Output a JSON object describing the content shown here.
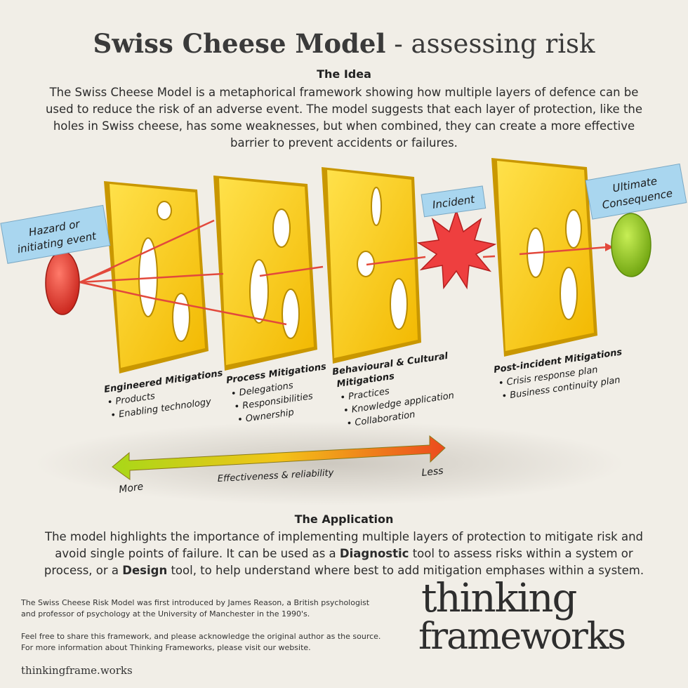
{
  "title": {
    "main": "Swiss Cheese Model",
    "sub": "- assessing risk"
  },
  "idea": {
    "heading": "The Idea",
    "line1": "The Swiss Cheese Model is a metaphorical framework showing how multiple layers of defence can be",
    "line2": "used to reduce the risk of an adverse event. The model suggests that each layer of protection, like the",
    "line3": "holes in Swiss cheese, has some weaknesses, but when combined, they can create a more effective",
    "line4": "barrier to prevent accidents or failures."
  },
  "diagram": {
    "hazard_line1": "Hazard or",
    "hazard_line2": "initiating event",
    "incident": "Incident",
    "consequence_line1": "Ultimate",
    "consequence_line2": "Consequence",
    "layers": [
      {
        "title": "Engineered Mitigations",
        "items": [
          "Products",
          "Enabling technology"
        ]
      },
      {
        "title": "Process Mitigations",
        "items": [
          "Delegations",
          "Responsibilities",
          "Ownership"
        ]
      },
      {
        "title_line1": "Behavioural & Cultural",
        "title_line2": "Mitigations",
        "items": [
          "Practices",
          "Knowledge application",
          "Collaboration"
        ]
      },
      {
        "title": "Post-incident Mitigations",
        "items": [
          "Crisis response plan",
          "Business continuity plan"
        ]
      }
    ],
    "scale": {
      "left": "More",
      "label": "Effectiveness & reliability",
      "right": "Less"
    },
    "colors": {
      "cheese": "#f6c90e",
      "hazard": "#e0362c",
      "consequence": "#8cc316",
      "label_bg": "#a9d6ef",
      "path": "#e2493c"
    }
  },
  "application": {
    "heading": "The Application",
    "line1": "The model highlights the importance of implementing multiple layers of protection to mitigate risk and",
    "line2": "avoid single points of failure. It can be used as a",
    "line2_bold": "Diagnostic",
    "line2_end": "tool to assess risks within a system or",
    "line3": "process, or a",
    "line3_bold": "Design",
    "line3_end": "tool, to help understand where best to add mitigation emphases within a system."
  },
  "footer": {
    "note1": "The Swiss Cheese Risk Model was first introduced by James Reason, a British psychologist",
    "note2": "and professor of psychology at the University of Manchester in the 1990's.",
    "note3": "Feel free to share this framework, and please acknowledge the original author as the source.",
    "note4": "For more information about Thinking Frameworks, please visit our website.",
    "site": "thinkingframe.works",
    "logo_line1": "thinking",
    "logo_line2": "frameworks"
  }
}
